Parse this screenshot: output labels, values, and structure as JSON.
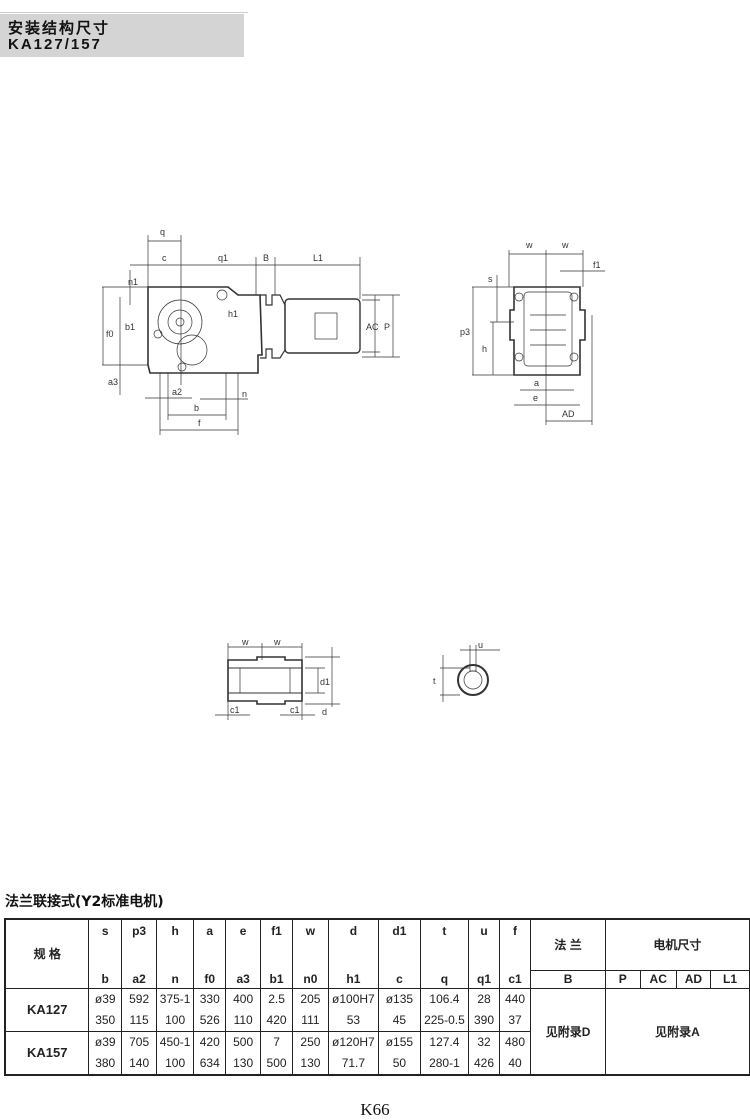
{
  "header": {
    "title": "安装结构尺寸",
    "model": "KA127/157"
  },
  "drawings": {
    "side_view_labels": [
      "q",
      "c",
      "q1",
      "B",
      "L1",
      "n1",
      "b1",
      "f0",
      "h1",
      "AC",
      "P",
      "a3",
      "a2",
      "n",
      "b",
      "f"
    ],
    "front_view_labels": [
      "w",
      "w",
      "f1",
      "s",
      "p3",
      "h",
      "a",
      "e",
      "AD"
    ],
    "shaft_labels": [
      "w",
      "w",
      "d1",
      "d",
      "c1",
      "c1"
    ],
    "section_labels": [
      "u",
      "t"
    ]
  },
  "table": {
    "title": "法兰联接式(Y2标准电机)",
    "spec_label": "规 格",
    "top_headers": [
      "s",
      "p3",
      "h",
      "a",
      "e",
      "f1",
      "w",
      "d",
      "d1",
      "t",
      "u",
      "f"
    ],
    "bottom_headers": [
      "b",
      "a2",
      "n",
      "f0",
      "a3",
      "b1",
      "n0",
      "h1",
      "c",
      "q",
      "q1",
      "c1"
    ],
    "flange_label": "法 兰",
    "flange_sub": "B",
    "motor_label": "电机尺寸",
    "motor_sub": [
      "P",
      "AC",
      "AD",
      "L1"
    ],
    "rows": [
      {
        "model": "KA127",
        "top": [
          "ø39",
          "592",
          "375-1",
          "330",
          "400",
          "2.5",
          "205",
          "ø100H7",
          "ø135",
          "106.4",
          "28",
          "440"
        ],
        "bottom": [
          "350",
          "115",
          "100",
          "526",
          "110",
          "420",
          "111",
          "53",
          "45",
          "225-0.5",
          "390",
          "37"
        ]
      },
      {
        "model": "KA157",
        "top": [
          "ø39",
          "705",
          "450-1",
          "420",
          "500",
          "7",
          "250",
          "ø120H7",
          "ø155",
          "127.4",
          "32",
          "480"
        ],
        "bottom": [
          "380",
          "140",
          "100",
          "634",
          "130",
          "500",
          "130",
          "71.7",
          "50",
          "280-1",
          "426",
          "40"
        ]
      }
    ],
    "flange_value": "见附录D",
    "motor_value": "见附录A"
  },
  "page_number": "K66"
}
